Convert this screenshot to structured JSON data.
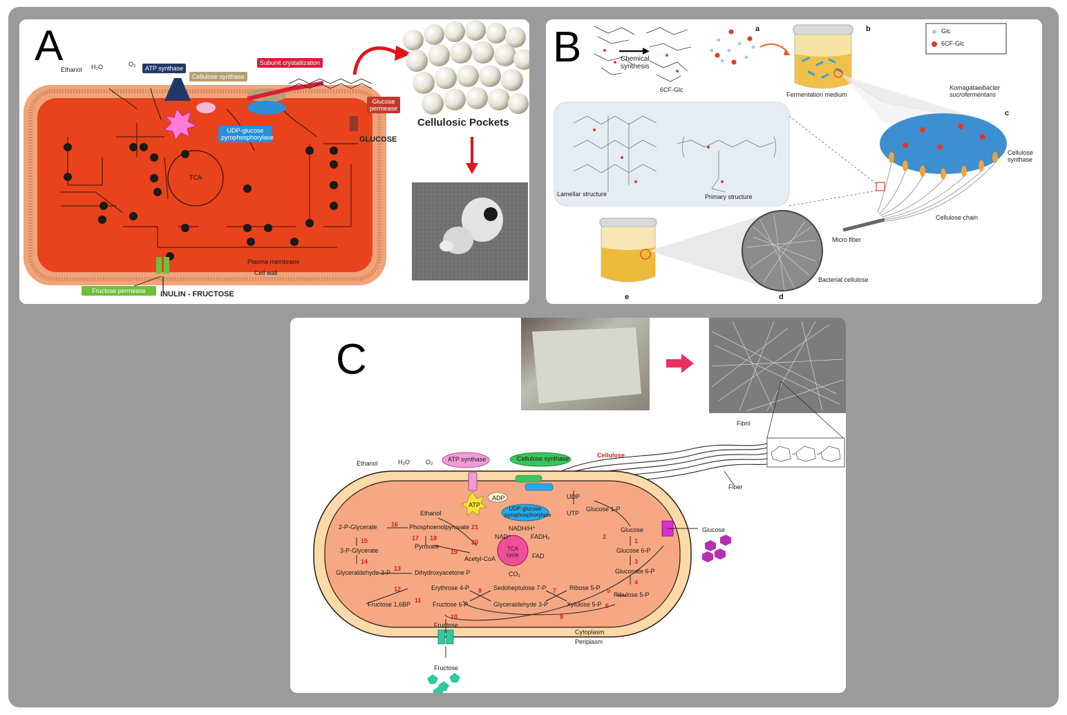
{
  "panels": {
    "a": {
      "letter": "A",
      "cellulosic_pockets": "Cellulosic Pockets",
      "glucose": "GLUCOSE",
      "inulin_fructose": "INULIN - FRUCTOSE",
      "atp_synthase": "ATP synthase",
      "cellulose_synthase": "Cellulose synthase",
      "subunit_crystallization": "Subunit crystallization",
      "glucose_permease": "Glucose permease",
      "udp_glucose_pyrophosphorylase": "UDP-glucose pyrophosphorylase",
      "fructose_permease": "Fructose permease",
      "ethanol": "Ethanol",
      "h2o": "H₂O",
      "o2": "O₂",
      "tca": "TCA",
      "plasma_membrane": "Plasma membrane",
      "cell_wall": "Cell wall",
      "colors": {
        "cell": "#e8431c",
        "membrane": "#f1a37a",
        "atp_synthase": "#1f3a66",
        "cellulose_synthase": "#b4a173",
        "crystallization": "#d81e3c",
        "glucose_permease": "#c0392b",
        "udp": "#2a8fd6",
        "fructose_permease": "#6fbf3e"
      }
    },
    "b": {
      "letter": "B",
      "chemical_synthesis": "Chemical synthesis",
      "fermentation_medium": "Fermentation medium",
      "species": "Komagataeibacter sucrofermentans",
      "cellulose_synthase": "Cellulose synthase",
      "cellulose_chain": "Cellulose chain",
      "micro_fiber": "Micro fiber",
      "bacterial_cellulose": "Bacterial cellulose",
      "lamellar_structure": "Lamellar structure",
      "primary_structure": "Primary structure",
      "sub_a": "a",
      "sub_b": "b",
      "sub_c": "c",
      "sub_d": "d",
      "sub_e": "e",
      "legend_glc": "Glc",
      "legend_6cf": "6CF-Glc",
      "compound": "6CF-Glc"
    },
    "c": {
      "letter": "C",
      "atp_synthase": "ATP synthase",
      "cellulose_synthase": "Cellulose synthase",
      "cellulose": "Cellulose",
      "udp_glucose_pyrophosphorylase": "UDP-glucose pyrophosphorylase",
      "fibril": "Fibril",
      "fiber": "Fiber",
      "ethanol_top": "Ethanol",
      "h2o": "H₂O",
      "o2": "O₂",
      "adp": "ADP",
      "atp": "ATP",
      "udp": "UDP",
      "utp": "UTP",
      "glucose_ext": "Glucose",
      "fructose_ext": "Fructose",
      "fructose_in": "Fructose",
      "cytoplasm": "Cytoplasm",
      "periplasm": "Periplasm",
      "tca_cycle": "TCA cycle",
      "metabolites": [
        "2-P-Glycerate",
        "3-P-Glycerate",
        "Glyceraldehyde 3-P",
        "Phosphoenolpyruvate",
        "Pyruvate",
        "Dihydroxyacetone P",
        "Acetyl-CoA",
        "NADH/H⁺",
        "NAD⁺",
        "FADH₂",
        "FAD",
        "CO₂",
        "Ethanol",
        "Glucose",
        "Glucose 6-P",
        "Gluconate 6-P",
        "Ribulose 5-P",
        "Glucose 1-P",
        "Erythrose 4-P",
        "Sedoheptulose 7-P",
        "Ribose 5-P",
        "Xylulose 5-P",
        "Glyceraldehyde 3-P",
        "Fructose 6-P",
        "Fructose 1,6BP"
      ],
      "reaction_numbers": [
        "1",
        "2",
        "3",
        "4",
        "5",
        "6",
        "7",
        "8",
        "9",
        "10",
        "11",
        "12",
        "13",
        "14",
        "15",
        "16",
        "17",
        "18",
        "19",
        "20",
        "21"
      ],
      "colors": {
        "cell": "#f5a883",
        "membrane": "#fbd9a8",
        "atp_synthase": "#f39bd6",
        "cellulose_synthase": "#3cc45a",
        "udp": "#2aa7e6",
        "tca": "#ef4f9a",
        "glucose": "#d92fd1",
        "fructose": "#2fc8a0",
        "arrow": "#e8305f"
      }
    }
  }
}
